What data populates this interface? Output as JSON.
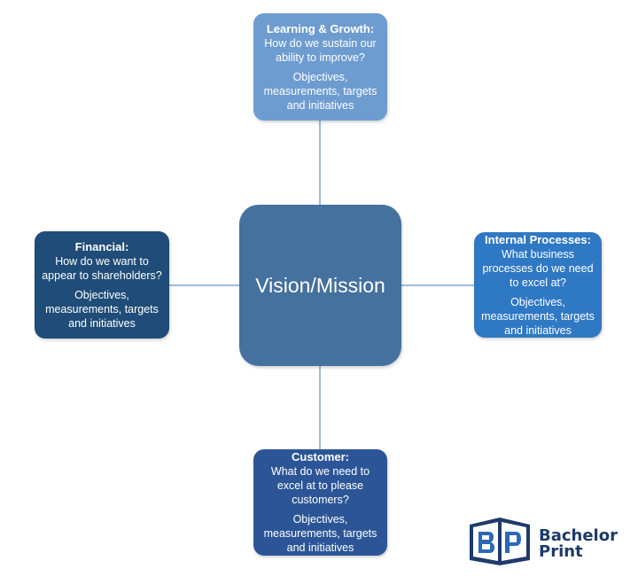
{
  "diagram": {
    "center": {
      "label": "Vision/Mission"
    },
    "learning": {
      "title": "Learning & Growth:",
      "question": "How do we sustain our ability to improve?",
      "details": "Objectives, measurements, targets and initiatives"
    },
    "internal": {
      "title": "Internal Processes:",
      "question": "What business processes do we need to excel at?",
      "details": "Objectives, measurements, targets and initiatives"
    },
    "financial": {
      "title": "Financial:",
      "question": "How do we want to appear to shareholders?",
      "details": "Objectives, measurements, targets and initiatives"
    },
    "customer": {
      "title": "Customer:",
      "question": "What do we need to excel at to please customers?",
      "details": "Objectives, measurements, targets and initiatives"
    }
  },
  "logo": {
    "line1": "Bachelor",
    "line2": "Print"
  },
  "colors": {
    "center": "#44719e",
    "learning": "#6d9cd0",
    "internal": "#2f78c4",
    "financial": "#1f4c78",
    "customer": "#2c5597",
    "connector": "#9dbbdc",
    "logo": "#1f3a6b"
  }
}
